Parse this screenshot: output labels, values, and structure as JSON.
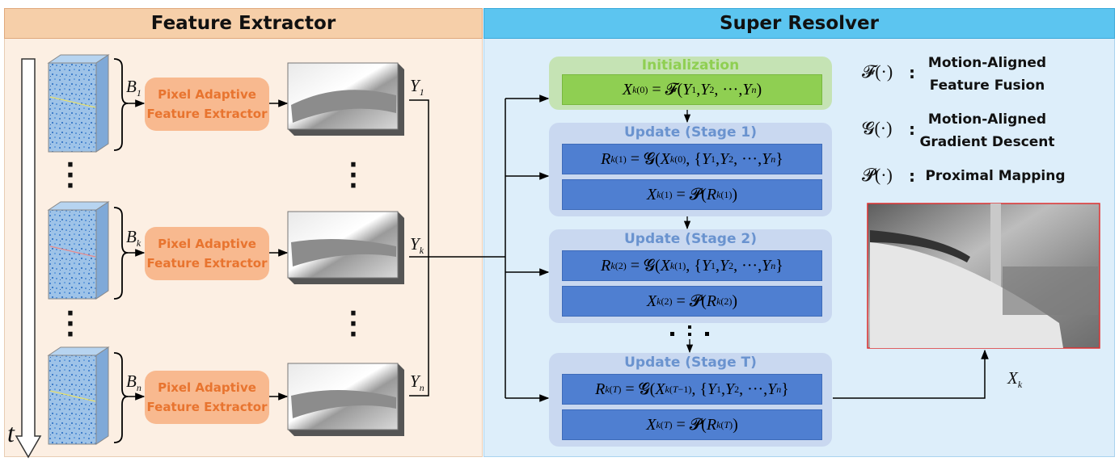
{
  "panels": {
    "left_title": "Feature Extractor",
    "right_title": "Super Resolver"
  },
  "time_axis_label": "t",
  "extractors": [
    {
      "block_label": "B",
      "block_sub": "1",
      "module_line1": "Pixel Adaptive",
      "module_line2": "Feature Extractor",
      "output_label": "Y",
      "output_sub": "1"
    },
    {
      "block_label": "B",
      "block_sub": "k",
      "module_line1": "Pixel Adaptive",
      "module_line2": "Feature Extractor",
      "output_label": "Y",
      "output_sub": "k"
    },
    {
      "block_label": "B",
      "block_sub": "n",
      "module_line1": "Pixel Adaptive",
      "module_line2": "Feature Extractor",
      "output_label": "Y",
      "output_sub": "n"
    }
  ],
  "init": {
    "title": "Initialization"
  },
  "stages": [
    {
      "title": "Update (Stage 1)"
    },
    {
      "title": "Update (Stage 2)"
    },
    {
      "title": "Update (Stage T)"
    }
  ],
  "legend": [
    {
      "symbol": "𝓕(·)",
      "colon": ":",
      "desc_line1": "Motion-Aligned",
      "desc_line2": "Feature Fusion"
    },
    {
      "symbol": "𝓖(·)",
      "colon": ":",
      "desc_line1": "Motion-Aligned",
      "desc_line2": "Gradient Descent"
    },
    {
      "symbol": "𝓟(·)",
      "colon": ":",
      "desc_line1": "Proximal Mapping",
      "desc_line2": ""
    }
  ],
  "output_label": "X",
  "output_sub": "k",
  "colors": {
    "left_bg": "#fcefe3",
    "left_header": "#f6cfa9",
    "right_bg": "#ddeefa",
    "right_header": "#5cc5f0",
    "module_fill": "#f8b98f",
    "module_text": "#e8742f",
    "init_box": "#c5e3b4",
    "init_eq": "#8fcf52",
    "stage_box": "#c9d8f0",
    "stage_eq": "#4f7fd1",
    "output_border": "#e03030"
  }
}
